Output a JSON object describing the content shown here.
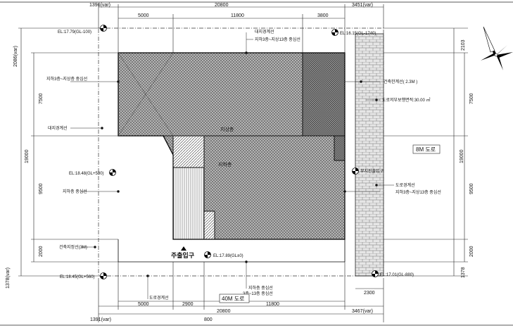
{
  "dimensions": {
    "top_total": "20800",
    "top_left_var": "1396(var)",
    "top_right_var": "3451(var)",
    "top_segments": [
      "5000",
      "11800",
      "3800"
    ],
    "bottom_total": "20800",
    "bottom_left_var": "1391(var)",
    "bottom_right_var": "3467(var)",
    "bottom_segments": [
      "5000",
      "2900",
      "11800"
    ],
    "bottom_mid": "800",
    "bottom_road_width": "2300",
    "left_top_var": "2086(var)",
    "left_total": "19000",
    "left_segments": [
      "7500",
      "9500",
      "2000"
    ],
    "left_bottom_var": "1378(var)",
    "right_top": "2103",
    "right_total": "19000",
    "right_segments": [
      "7500",
      "9500",
      "2000"
    ],
    "right_bottom": "1378"
  },
  "elevations": {
    "top_left": "EL:17.79(GL-100)",
    "top_right": "EL:16.15(GL-1740)",
    "mid_left": "EL:18.48(GL+580)",
    "main_entrance": "EL:17.89(GL±0)",
    "bottom_left": "EL:18.45(GL+560)",
    "bottom_right": "EL:17.01(GL-880)"
  },
  "labels": {
    "site_boundary_top": "대지경계선",
    "setback_top": "지하3층~지상13층 중심선",
    "left_underground": "지하3층~지상층 중심선",
    "left_site_boundary": "대지경계선",
    "left_underground_2": "지하층 중심선",
    "left_building_line": "건축지정선(3M)",
    "building_area_a": "지상층",
    "building_area_b": "지하층",
    "right_building_line": "건축한계선( 2.3M )",
    "right_public_space": "도로저부보행면적:30.00 ㎡",
    "right_entrance": "부지진출입구",
    "right_road_boundary": "도로경계선",
    "right_setback": "지하3층~지상13층 중심선",
    "road_east": "8M 도로",
    "main_entrance": "주출입구",
    "bottom_road_boundary": "도로경계선",
    "bottom_underground": "지하층 중심선",
    "bottom_floors": "3층~13층 중심선",
    "road_south": "40M 도로"
  }
}
